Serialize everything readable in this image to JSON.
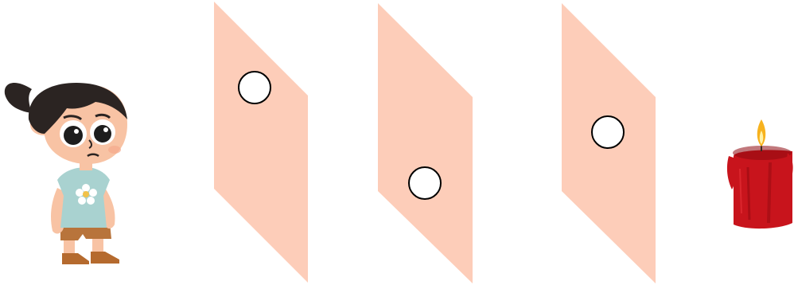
{
  "colors": {
    "background": "#ffffff",
    "card": "#fdcdb9",
    "hole_fill": "#ffffff",
    "hole_stroke": "#000000",
    "hair": "#2b2422",
    "skin": "#f8c3a4",
    "shirt": "#a9d2d0",
    "shorts": "#b8743b",
    "shoes": "#b56a2e",
    "candle": "#c8141c",
    "candle_dark": "#8e0a10",
    "flame": "#f7b21e"
  },
  "figure": {
    "observer": "girl-looking-right",
    "cards": [
      {
        "name": "card-1",
        "hole": "top"
      },
      {
        "name": "card-2",
        "hole": "bottom"
      },
      {
        "name": "card-3",
        "hole": "middle"
      }
    ],
    "light_source": "lit-red-candle"
  }
}
